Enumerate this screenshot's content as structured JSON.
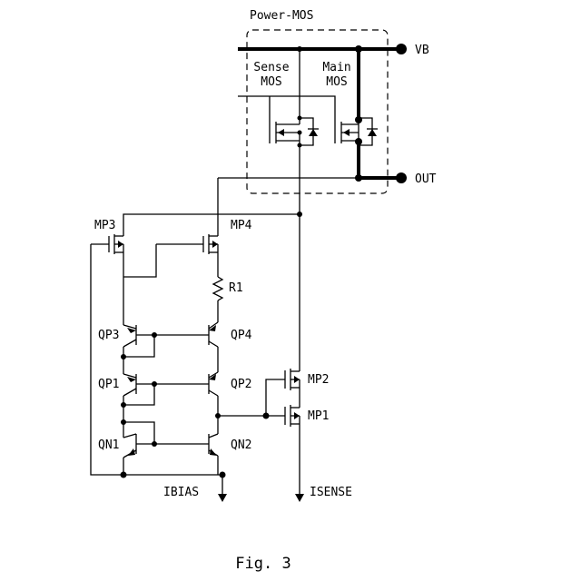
{
  "block": {
    "title": "Power-MOS"
  },
  "labels": {
    "sense_mos": [
      "Sense",
      "MOS"
    ],
    "main_mos": [
      "Main",
      "MOS"
    ],
    "vb": "VB",
    "out": "OUT",
    "mp3": "MP3",
    "mp4": "MP4",
    "r1": "R1",
    "qp3": "QP3",
    "qp4": "QP4",
    "qp1": "QP1",
    "qp2": "QP2",
    "qn1": "QN1",
    "qn2": "QN2",
    "mp2": "MP2",
    "mp1": "MP1",
    "ibias": "IBIAS",
    "isense": "ISENSE"
  },
  "caption": "Fig. 3"
}
